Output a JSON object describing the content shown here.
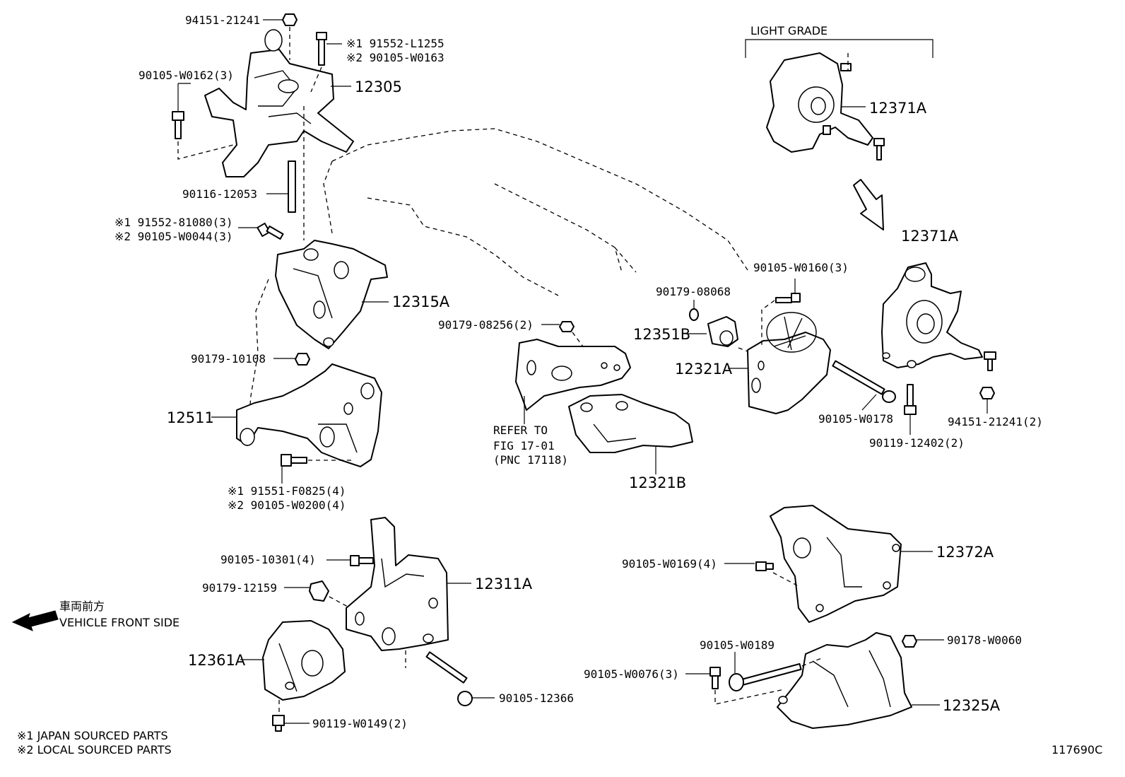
{
  "labels": {
    "p94151_21241": "94151-21241",
    "p91552_L1255": "※1 91552-L1255",
    "p90105_W0163": "※2 90105-W0163",
    "p90105_W0162": "90105-W0162(3)",
    "p12305": "12305",
    "p90116_12053": "90116-12053",
    "p91552_81080": "※1 91552-81080(3)",
    "p90105_W0044": "※2 90105-W0044(3)",
    "p12315A": "12315A",
    "p90179_10108": "90179-10108",
    "p12511": "12511",
    "p91551_F0825": "※1 91551-F0825(4)",
    "p90105_W0200": "※2 90105-W0200(4)",
    "p90179_08256": "90179-08256(2)",
    "refer1": "REFER TO",
    "refer2": "FIG 17-01",
    "refer3": "(PNC 17118)",
    "p12321B": "12321B",
    "p90179_08068": "90179-08068",
    "p90105_W0160": "90105-W0160(3)",
    "p12351B": "12351B",
    "p12321A": "12321A",
    "p90105_W0178": "90105-W0178",
    "light_grade": "LIGHT GRADE",
    "p12371A_top": "12371A",
    "p12371A": "12371A",
    "p94151_21241_2": "94151-21241(2)",
    "p90119_12402": "90119-12402(2)",
    "p90105_10301": "90105-10301(4)",
    "p12311A": "12311A",
    "p90179_12159": "90179-12159",
    "front_jp": "車両前方",
    "front_en": "VEHICLE FRONT SIDE",
    "p12361A": "12361A",
    "p90105_12366": "90105-12366",
    "p90119_W0149": "90119-W0149(2)",
    "p90105_W0169": "90105-W0169(4)",
    "p12372A": "12372A",
    "p90105_W0189": "90105-W0189",
    "p90178_W0060": "90178-W0060",
    "p90105_W0076": "90105-W0076(3)",
    "p12325A": "12325A",
    "note1": "※1 JAPAN SOURCED PARTS",
    "note2": "※2 LOCAL SOURCED PARTS",
    "fig_id": "117690C"
  }
}
